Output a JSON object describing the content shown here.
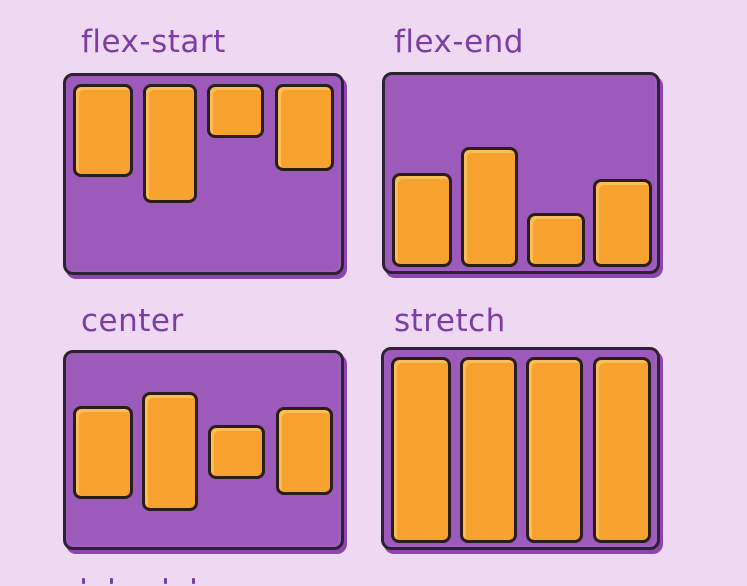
{
  "sections": [
    {
      "label": "flex-start",
      "items": 4
    },
    {
      "label": "flex-end",
      "items": 4
    },
    {
      "label": "center",
      "items": 4
    },
    {
      "label": "stretch",
      "items": 4
    }
  ],
  "colors": {
    "background": "#efd8f2",
    "panel": "#9c5bbb",
    "item": "#f7a12e",
    "outline": "#2d2233",
    "label": "#7b3fa3"
  }
}
